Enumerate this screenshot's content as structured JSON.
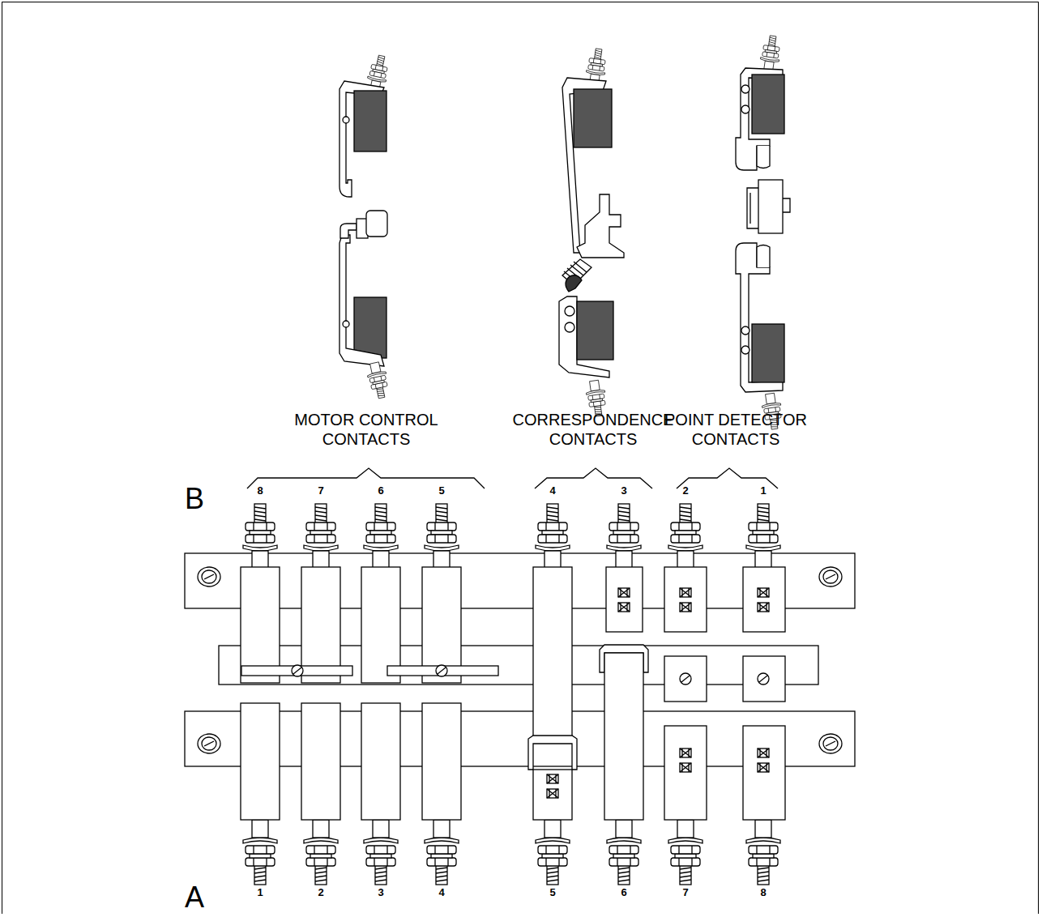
{
  "diagram": {
    "labels": [
      "MOTOR CONTROL CONTACTS",
      "CORRESPONDENCE CONTACTS",
      "POINT DETECTOR CONTACTS",
      "B",
      "8",
      "7",
      "6",
      "5",
      "4",
      "3",
      "2",
      "1",
      "A",
      "1",
      "2",
      "3",
      "4",
      "5",
      "6",
      "7",
      "8"
    ]
  }
}
